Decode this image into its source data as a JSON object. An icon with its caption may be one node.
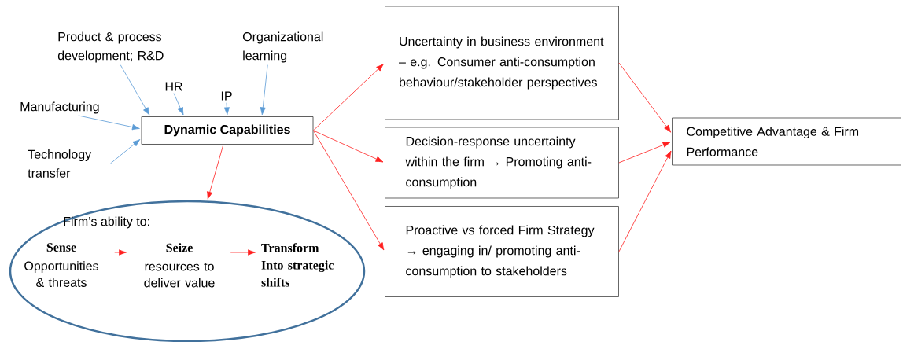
{
  "diagram": {
    "nodes": [
      {
        "text": [
          "Product & process development; R&D"
        ]
      },
      {
        "text": [
          "Organizational learning"
        ]
      },
      {
        "text": [
          "HR"
        ]
      },
      {
        "text": [
          "IP"
        ]
      },
      {
        "text": [
          "Manufacturing"
        ]
      },
      {
        "text": [
          "Technology transfer"
        ]
      },
      {
        "text": [
          "Dynamic Capabilities"
        ]
      },
      {
        "text": [
          "Firm’s ability to:"
        ]
      },
      {
        "text": [
          "Sense",
          "Opportunities & threats"
        ],
        "in": 7
      },
      {
        "text": [
          "Seize",
          "resources to deliver value"
        ],
        "in": 7
      },
      {
        "text": [
          "Transform Into strategic shifts"
        ],
        "in": 7
      },
      {
        "text": [
          "Uncertainty in business environment – e.g. Consumer anti-consumption behaviour/stakeholder perspectives"
        ]
      },
      {
        "text": [
          "Decision-response uncertainty within the firm → Promoting anti-consumption"
        ]
      },
      {
        "text": [
          "Proactive vs forced Firm Strategy → engaging in/ promoting anti-consumption to stakeholders"
        ]
      },
      {
        "text": [
          "Competitive Advantage & Firm Performance"
        ]
      }
    ],
    "edges": [
      {
        "from": 0,
        "to": 6,
        "arrow": "to",
        "color": "#5b9bd5"
      },
      {
        "from": 1,
        "to": 6,
        "arrow": "to",
        "color": "#5b9bd5"
      },
      {
        "from": 2,
        "to": 6,
        "arrow": "to",
        "color": "#5b9bd5"
      },
      {
        "from": 3,
        "to": 6,
        "arrow": "to",
        "color": "#5b9bd5"
      },
      {
        "from": 4,
        "to": 6,
        "arrow": "to",
        "color": "#5b9bd5"
      },
      {
        "from": 5,
        "to": 6,
        "arrow": "to",
        "color": "#5b9bd5"
      },
      {
        "from": 6,
        "to": 7,
        "arrow": "to"
      },
      {
        "from": 8,
        "to": 9,
        "arrow": "to"
      },
      {
        "from": 9,
        "to": 10,
        "arrow": "to"
      },
      {
        "from": 6,
        "to": 11,
        "arrow": "to"
      },
      {
        "from": 6,
        "to": 12,
        "arrow": "to"
      },
      {
        "from": 6,
        "to": 13,
        "arrow": "to"
      },
      {
        "from": 11,
        "to": 14,
        "arrow": "to"
      },
      {
        "from": 12,
        "to": 14,
        "arrow": "to"
      },
      {
        "from": 13,
        "to": 14,
        "arrow": "to"
      }
    ]
  }
}
